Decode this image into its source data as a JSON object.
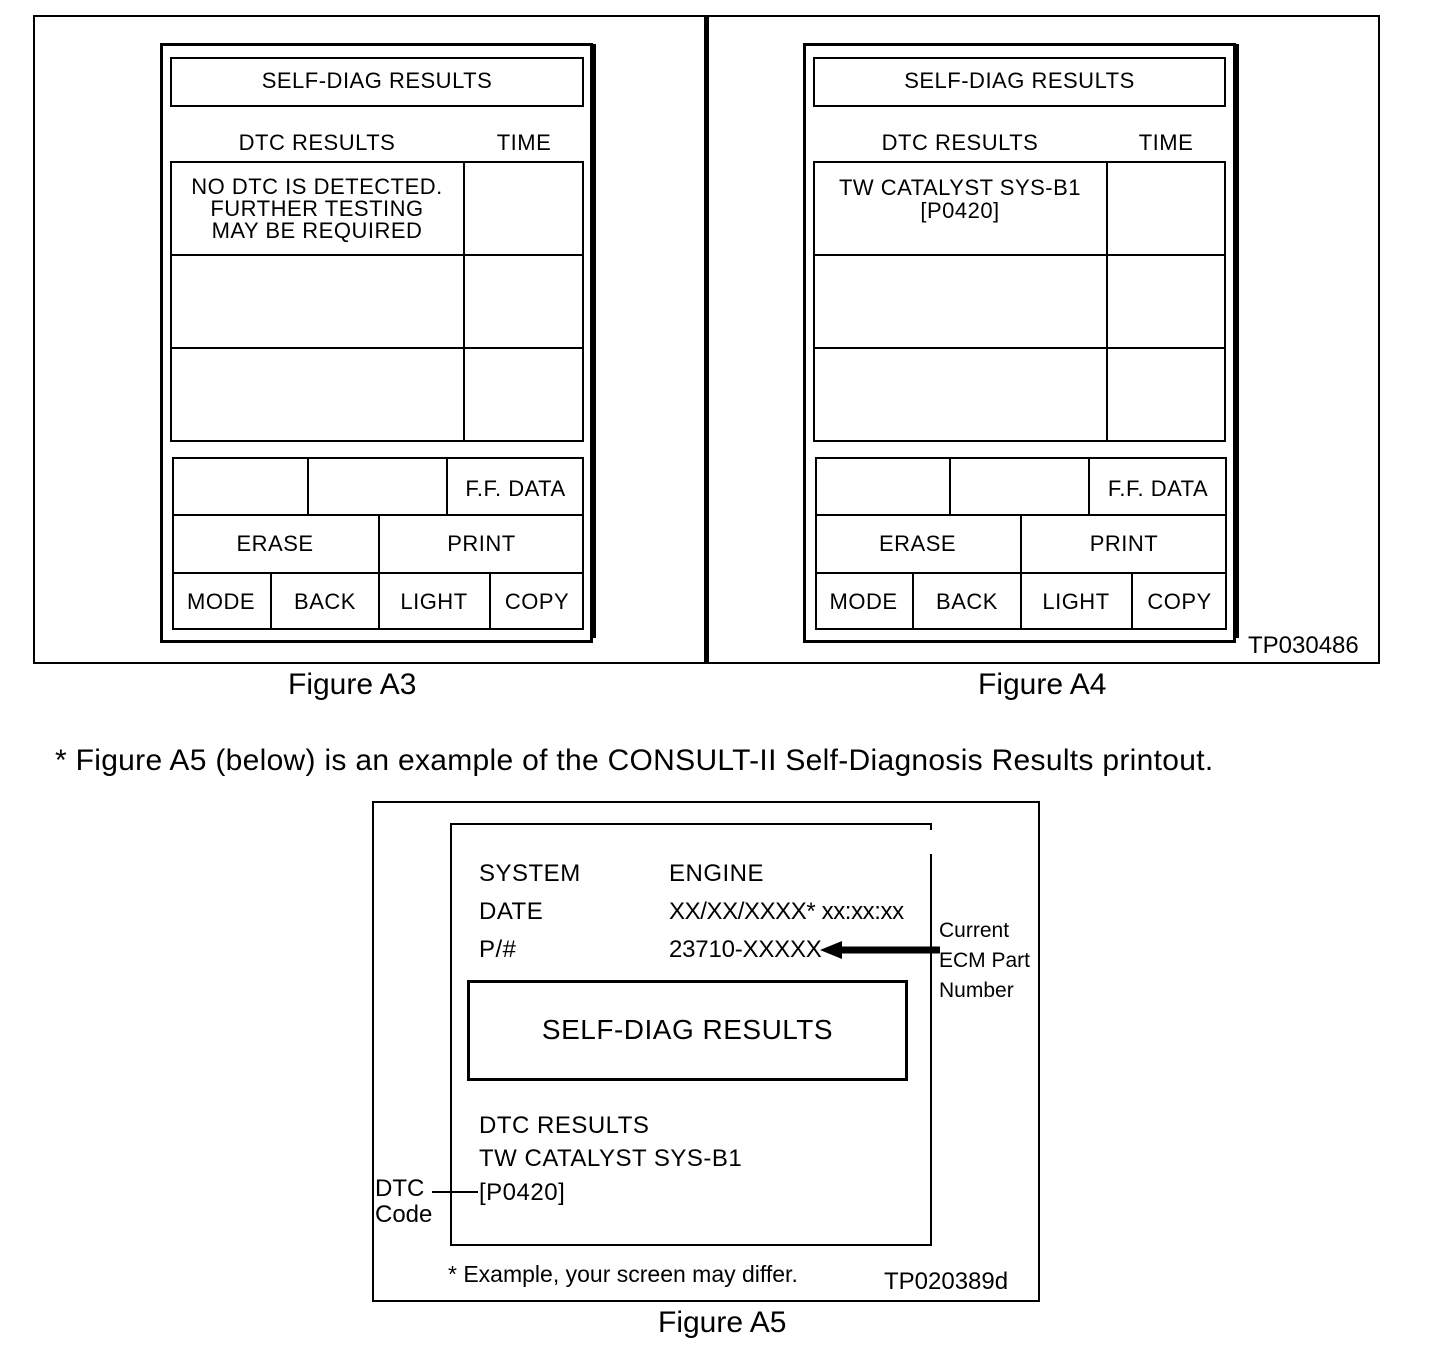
{
  "figure_a3": {
    "caption": "Figure A3",
    "header": "SELF-DIAG RESULTS",
    "col_dtc": "DTC RESULTS",
    "col_time": "TIME",
    "rows": [
      {
        "dtc": "NO DTC IS DETECTED.\nFURTHER TESTING\nMAY BE REQUIRED",
        "time": ""
      },
      {
        "dtc": "",
        "time": ""
      },
      {
        "dtc": "",
        "time": ""
      }
    ],
    "ff_data": "F.F. DATA",
    "erase": "ERASE",
    "print": "PRINT",
    "mode": "MODE",
    "back": "BACK",
    "light": "LIGHT",
    "copy": "COPY"
  },
  "figure_a4": {
    "caption": "Figure A4",
    "header": "SELF-DIAG RESULTS",
    "col_dtc": "DTC RESULTS",
    "col_time": "TIME",
    "rows": [
      {
        "dtc": "TW CATALYST SYS-B1\n[P0420]",
        "time": ""
      },
      {
        "dtc": "",
        "time": ""
      },
      {
        "dtc": "",
        "time": ""
      }
    ],
    "ff_data": "F.F. DATA",
    "erase": "ERASE",
    "print": "PRINT",
    "mode": "MODE",
    "back": "BACK",
    "light": "LIGHT",
    "copy": "COPY",
    "ref_code": "TP030486"
  },
  "note": "* Figure A5 (below) is an example of the CONSULT-II Self-Diagnosis Results printout.",
  "figure_a5": {
    "caption": "Figure A5",
    "system_label": "SYSTEM",
    "system_value": "ENGINE",
    "date_label": "DATE",
    "date_value": "XX/XX/XXXX* xx:xx:xx",
    "pn_label": "P/#",
    "pn_value": "23710-XXXXX",
    "callout_part": "Current\nECM Part\nNumber",
    "header": "SELF-DIAG RESULTS",
    "dtc_results": "DTC RESULTS",
    "dtc_name": "TW CATALYST SYS-B1",
    "dtc_code": "[P0420]",
    "callout_dtc": "DTC\nCode",
    "footnote": "* Example, your screen may differ.",
    "ref_code": "TP020389d"
  }
}
